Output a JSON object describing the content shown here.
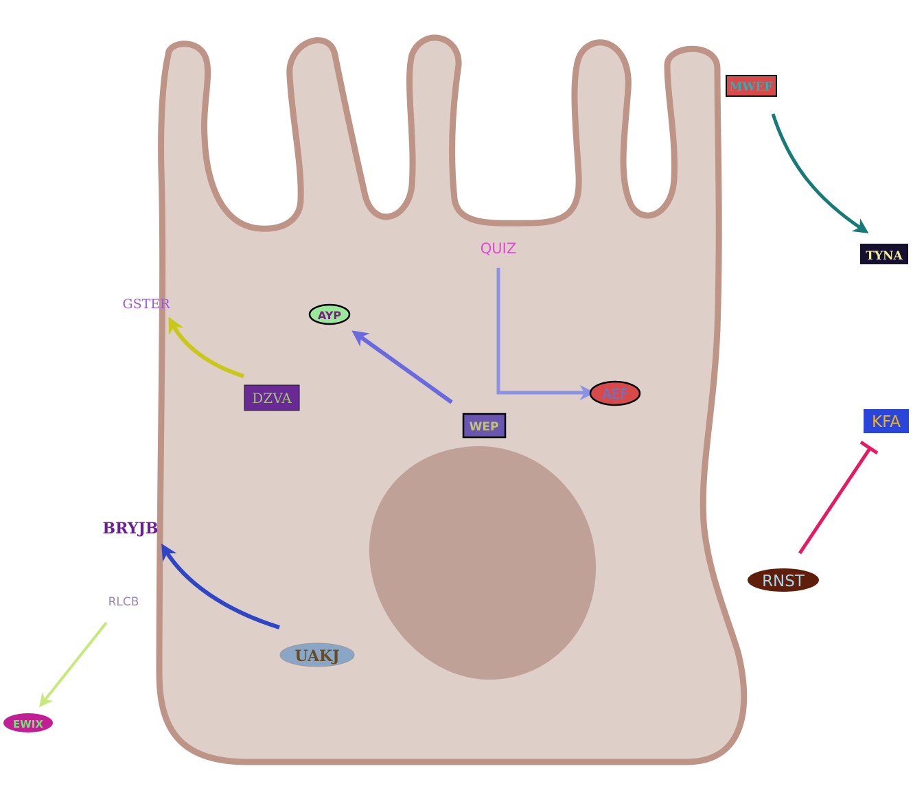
{
  "nodes": {
    "mwef": {
      "text": "MWEF",
      "shape": "rect",
      "fill": "#d84a4a",
      "text_color": "#2ab0b8"
    },
    "tyna": {
      "text": "TYNA",
      "shape": "rect",
      "fill": "#14102e",
      "text_color": "#f2eea0"
    },
    "quiz": {
      "text": "QUIZ",
      "shape": "none",
      "text_color": "#e04ad6"
    },
    "gster": {
      "text": "GSTER",
      "shape": "none",
      "text_color": "#9a56e8"
    },
    "ayp": {
      "text": "AYP",
      "shape": "ellipse",
      "fill": "#9ae89a",
      "text_color": "#7a1e7e"
    },
    "aef": {
      "text": "AEF",
      "shape": "ellipse",
      "fill": "#d84a4a",
      "text_color": "#5a7ad8"
    },
    "dzva": {
      "text": "DZVA",
      "shape": "rect",
      "fill": "#6a2a96",
      "text_color": "#a2c27a"
    },
    "wep": {
      "text": "WEP",
      "shape": "rect",
      "fill": "#6a56b0",
      "text_color": "#c2c27a"
    },
    "kfa": {
      "text": "KFA",
      "shape": "rect",
      "fill": "#2a46d8",
      "text_color": "#f2b21a"
    },
    "bryjb": {
      "text": "BRYJB",
      "shape": "none",
      "text_color": "#6a1e96"
    },
    "rnst": {
      "text": "RNST",
      "shape": "ellipse",
      "fill": "#5e1e0a",
      "text_color": "#a6d8ea"
    },
    "rlcb": {
      "text": "RLCB",
      "shape": "none",
      "text_color": "#9a86b6"
    },
    "uakj": {
      "text": "UAKJ",
      "shape": "ellipse",
      "fill": "#8aa6c6",
      "text_color": "#6a4a1e"
    },
    "ewix": {
      "text": "EWIX",
      "shape": "ellipse",
      "fill": "#c21e96",
      "text_color": "#6aea6a"
    }
  },
  "edges": [
    {
      "from": "MWEF",
      "to": "TYNA",
      "type": "activation",
      "color": "#167a78"
    },
    {
      "from": "QUIZ",
      "to": "AEF",
      "type": "activation",
      "color": "#8a92e6"
    },
    {
      "from": "WEP",
      "to": "AYP",
      "type": "activation",
      "color": "#6a6ae0"
    },
    {
      "from": "DZVA",
      "to": "GSTER",
      "type": "activation",
      "color": "#c8c81a"
    },
    {
      "from": "RNST",
      "to": "KFA",
      "type": "inhibition",
      "color": "#e61a62"
    },
    {
      "from": "UAKJ",
      "to": "BRYJB",
      "type": "activation",
      "color": "#2e46c6"
    },
    {
      "from": "RLCB",
      "to": "EWIX",
      "type": "activation",
      "color": "#c6ea7a"
    }
  ],
  "cell": {
    "membrane_color": "#bd9486",
    "cytoplasm_color": "#dfcfc9",
    "nucleus_color": "#c0a197"
  }
}
